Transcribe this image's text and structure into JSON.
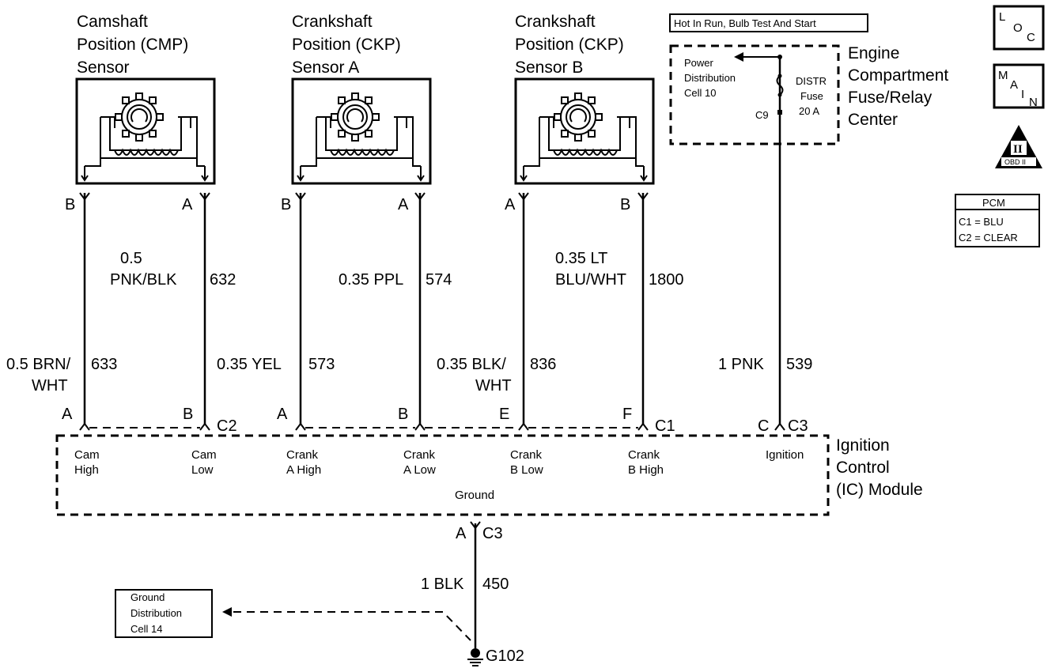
{
  "sensors": {
    "cmp": {
      "line1": "Camshaft",
      "line2": "Position (CMP)",
      "line3": "Sensor",
      "pin_left": "B",
      "pin_right": "A"
    },
    "ckpa": {
      "line1": "Crankshaft",
      "line2": "Position (CKP)",
      "line3": "Sensor A",
      "pin_left": "B",
      "pin_right": "A"
    },
    "ckpb": {
      "line1": "Crankshaft",
      "line2": "Position (CKP)",
      "line3": "Sensor B",
      "pin_left": "A",
      "pin_right": "B"
    }
  },
  "hot_label": "Hot In Run, Bulb Test And Start",
  "fuse_center": {
    "title": [
      "Engine",
      "Compartment",
      "Fuse/Relay",
      "Center"
    ],
    "power_dist": [
      "Power",
      "Distribution",
      "Cell 10"
    ],
    "fuse_label": [
      "DISTR",
      "Fuse",
      "20 A"
    ],
    "connector": "C9"
  },
  "badges": {
    "loc": {
      "l1": "L",
      "l2": "O",
      "l3": "C"
    },
    "main": {
      "l1": "M",
      "l2": "A",
      "l3": "I",
      "l4": "N"
    },
    "obd": {
      "numeral": "II",
      "label": "OBD II"
    }
  },
  "pcm": {
    "title": "PCM",
    "c1": "C1 = BLU",
    "c2": "C2 = CLEAR"
  },
  "wires": {
    "w633": {
      "color1": "0.5 BRN/",
      "color2": "WHT",
      "circuit": "633"
    },
    "w632": {
      "color1": "0.5",
      "color2": "PNK/BLK",
      "circuit": "632"
    },
    "w573": {
      "color": "0.35 YEL",
      "circuit": "573"
    },
    "w574": {
      "color": "0.35 PPL",
      "circuit": "574"
    },
    "w836": {
      "color1": "0.35 BLK/",
      "color2": "WHT",
      "circuit": "836"
    },
    "w1800": {
      "color1": "0.35 LT",
      "color2": "BLU/WHT",
      "circuit": "1800"
    },
    "w539": {
      "color": "1 PNK",
      "circuit": "539"
    },
    "w450": {
      "color": "1 BLK",
      "circuit": "450"
    }
  },
  "module_pins": {
    "p1": "A",
    "p2": "B",
    "conn_c2": "C2",
    "p3": "A",
    "p4": "B",
    "p5": "E",
    "p6": "F",
    "conn_c1": "C1",
    "p7": "C",
    "conn_c3": "C3"
  },
  "module": {
    "title": [
      "Ignition",
      "Control",
      "(IC) Module"
    ],
    "terminals": [
      {
        "l1": "Cam",
        "l2": "High"
      },
      {
        "l1": "Cam",
        "l2": "Low"
      },
      {
        "l1": "Crank",
        "l2": "A High"
      },
      {
        "l1": "Crank",
        "l2": "A Low"
      },
      {
        "l1": "Crank",
        "l2": "B Low"
      },
      {
        "l1": "Crank",
        "l2": "B High"
      },
      {
        "l1": "Ignition",
        "l2": ""
      }
    ],
    "ground": "Ground"
  },
  "ground": {
    "pin": "A",
    "connector": "C3",
    "point": "G102",
    "dist": [
      "Ground",
      "Distribution",
      "Cell 14"
    ]
  }
}
